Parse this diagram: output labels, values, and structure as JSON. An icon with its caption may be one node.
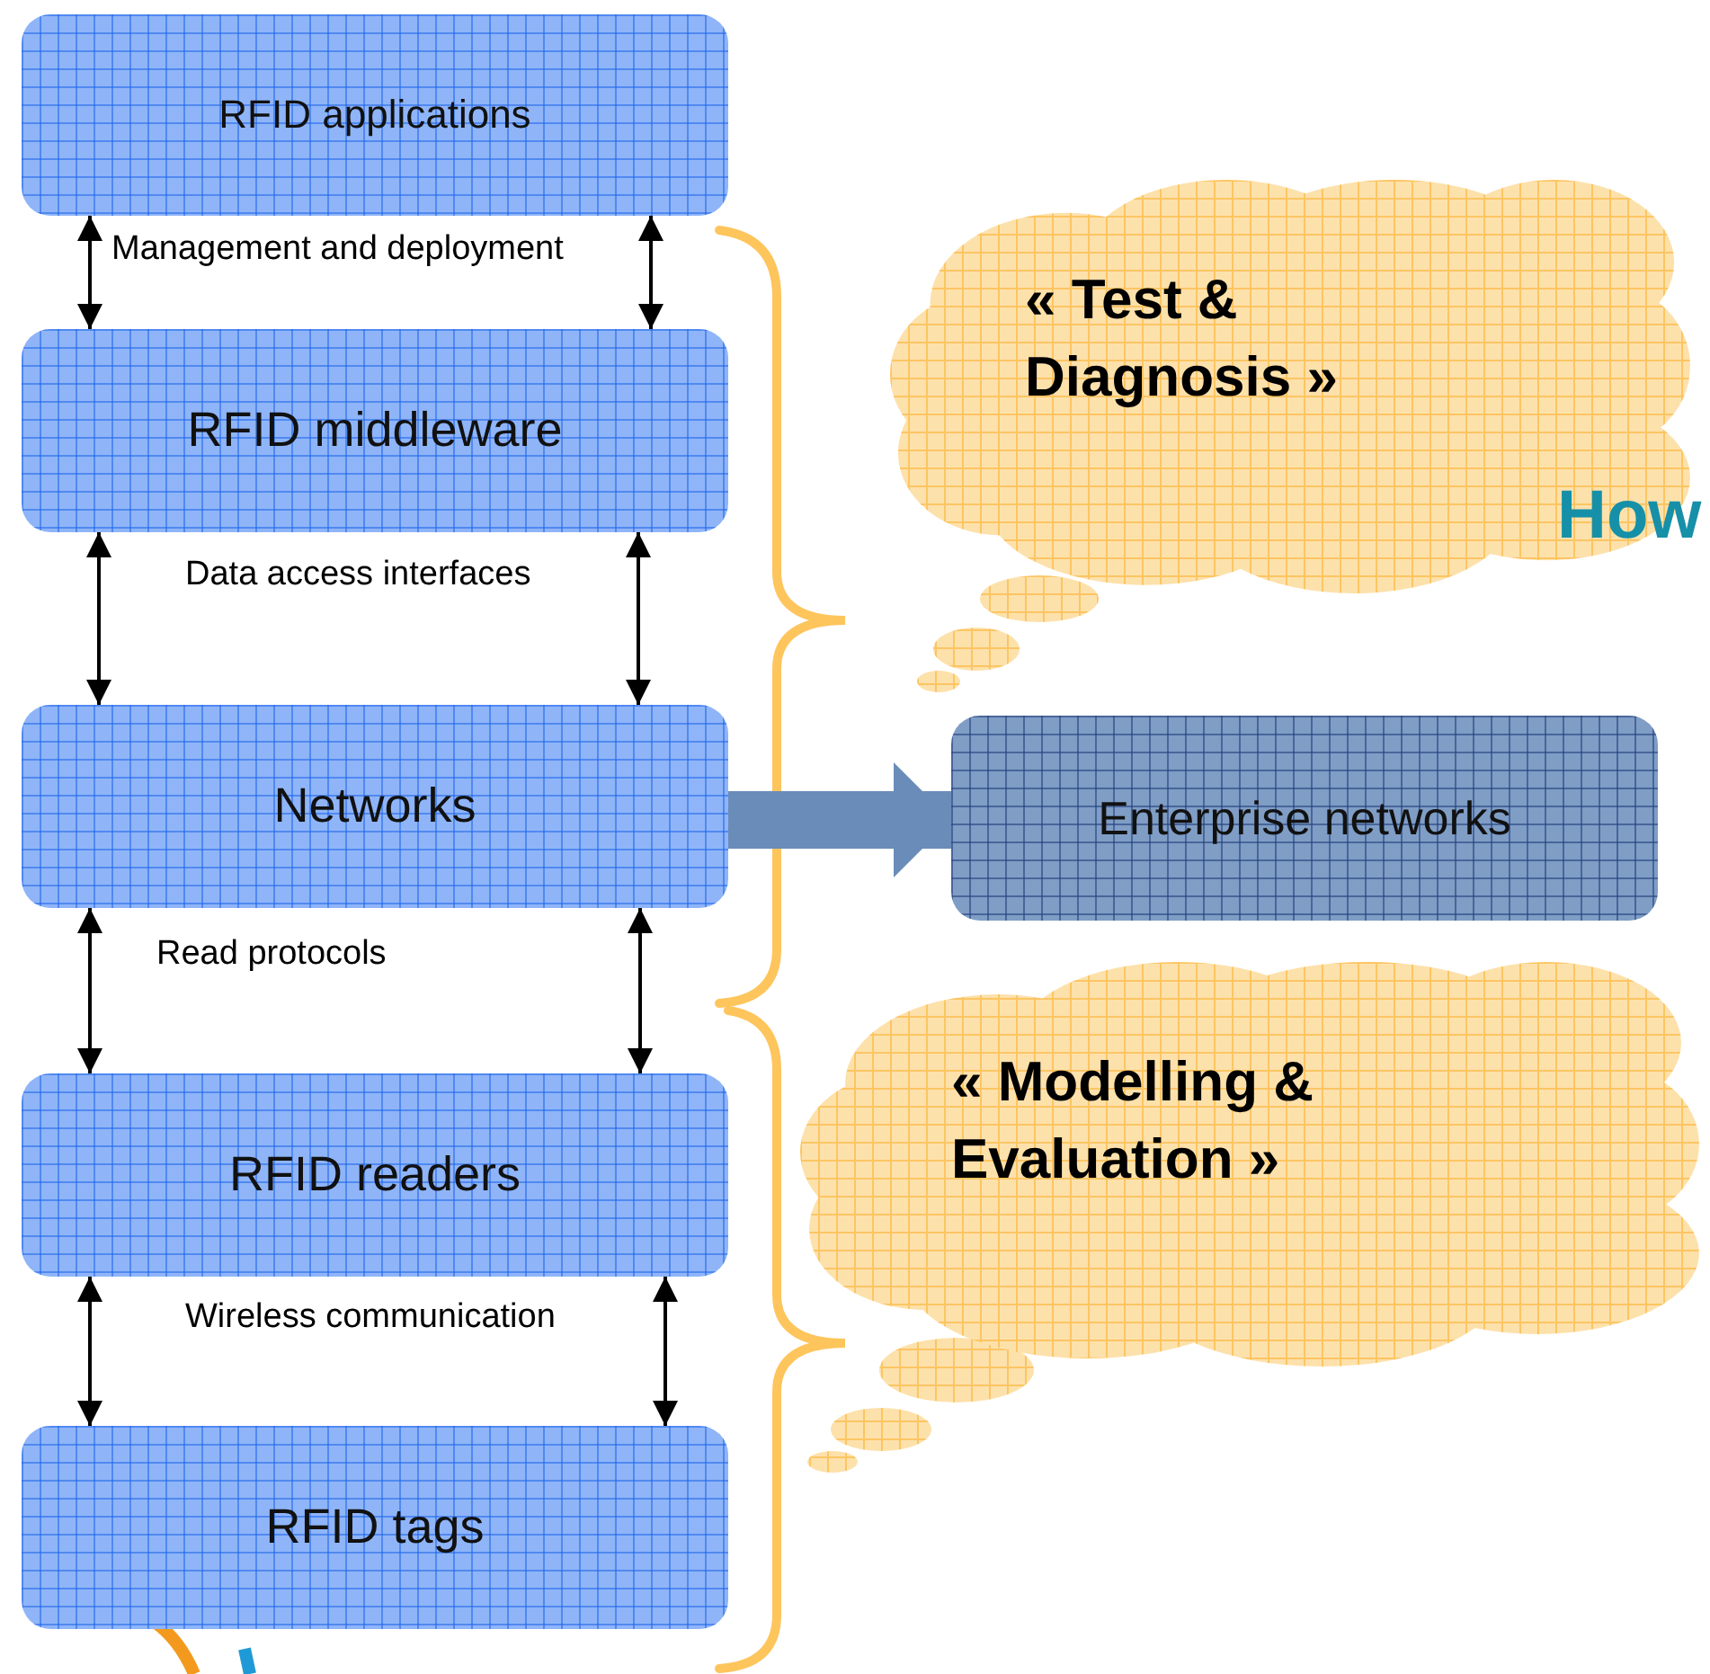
{
  "diagram": {
    "nodes": [
      {
        "text": [
          "RFID applications"
        ]
      },
      {
        "text": [
          "RFID middleware"
        ]
      },
      {
        "text": [
          "Networks"
        ]
      },
      {
        "text": [
          "RFID readers"
        ]
      },
      {
        "text": [
          "RFID tags"
        ]
      },
      {
        "text": [
          "« Test & Diagnosis »"
        ]
      },
      {
        "text": [
          "Enterprise networks"
        ]
      },
      {
        "text": [
          "« Modelling & Evaluation »"
        ]
      }
    ],
    "edges": [
      {
        "from": 0,
        "to": 1,
        "arrow": "both"
      },
      {
        "from": 0,
        "to": 1,
        "arrow": "both"
      },
      {
        "from": 1,
        "to": 2,
        "arrow": "both"
      },
      {
        "from": 1,
        "to": 2,
        "arrow": "both"
      },
      {
        "from": 2,
        "to": 6,
        "arrow": "to",
        "style": "thick",
        "color": "#6a8cb8"
      },
      {
        "from": 2,
        "to": 3,
        "arrow": "both"
      },
      {
        "from": 2,
        "to": 3,
        "arrow": "both"
      },
      {
        "from": 3,
        "to": 4,
        "arrow": "both"
      },
      {
        "from": 3,
        "to": 4,
        "arrow": "both"
      }
    ],
    "labels": [
      "Management and deployment",
      "Data access interfaces",
      "Read protocols",
      "Wireless communication",
      "How"
    ]
  }
}
